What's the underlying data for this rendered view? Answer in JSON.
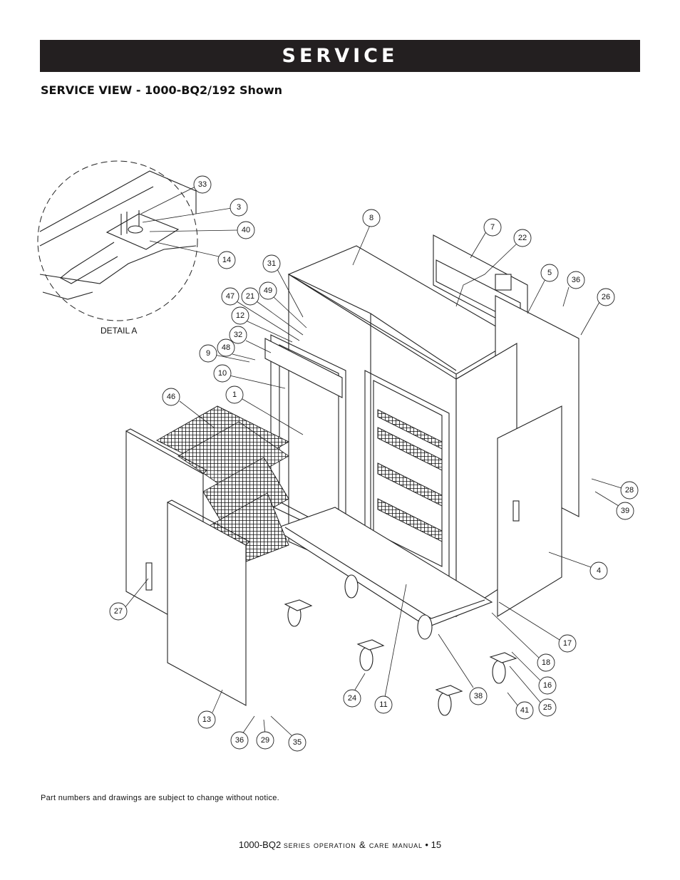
{
  "header": {
    "banner_title": "SERVICE"
  },
  "section": {
    "title": "SERVICE VIEW - 1000-BQ2/192 Shown"
  },
  "diagram": {
    "detail_label": "DETAIL A",
    "callouts": [
      "33",
      "3",
      "40",
      "14",
      "8",
      "7",
      "22",
      "31",
      "5",
      "36",
      "26",
      "47",
      "21",
      "49",
      "12",
      "32",
      "48",
      "9",
      "10",
      "1",
      "46",
      "28",
      "39",
      "4",
      "27",
      "17",
      "18",
      "16",
      "25",
      "24",
      "11",
      "38",
      "41",
      "13",
      "36",
      "29",
      "35"
    ]
  },
  "notes": {
    "disclaimer": "Part numbers and drawings are subject to change without notice."
  },
  "footer": {
    "model": "1000-BQ2",
    "manual_title": "series operation & care manual",
    "separator": "•",
    "page_number": "15"
  }
}
